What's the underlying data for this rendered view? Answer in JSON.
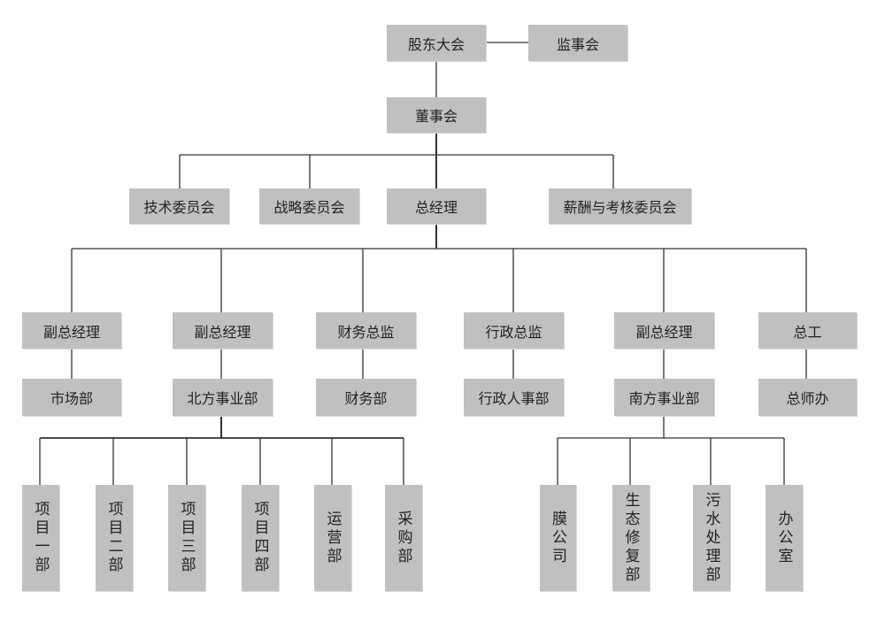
{
  "level1": {
    "shareholders": "股东大会",
    "supervisors": "监事会"
  },
  "level2": {
    "board": "董事会"
  },
  "level3": {
    "tech_committee": "技术委员会",
    "strategy_committee": "战略委员会",
    "gm": "总经理",
    "pay_committee": "薪酬与考核委员会"
  },
  "level4": [
    "副总经理",
    "副总经理",
    "财务总监",
    "行政总监",
    "副总经理",
    "总工"
  ],
  "level5": [
    "市场部",
    "北方事业部",
    "财务部",
    "行政人事部",
    "南方事业部",
    "总师办"
  ],
  "north_units": [
    "项目一部",
    "项目二部",
    "项目三部",
    "项目四部",
    "运营部",
    "采购部"
  ],
  "south_units": [
    "膜公司",
    "生态修复部",
    "污水处理部",
    "办公室"
  ],
  "colors": {
    "box": "#c0c0c0",
    "line": "#333333"
  }
}
